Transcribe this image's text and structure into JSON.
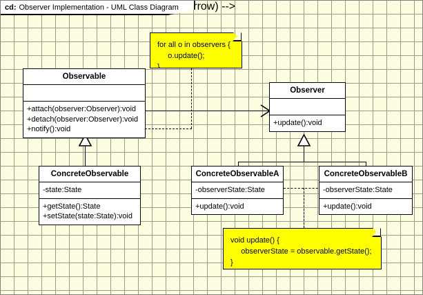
{
  "frame": {
    "keyword": "cd:",
    "title": "Observer Implementation - UML Class Diagram"
  },
  "classes": [
    {
      "id": "observable",
      "name": "Observable",
      "attributes": [],
      "operations": [
        "+attach(observer:Observer):void",
        "+detach(observer:Observer):void",
        "+notify():void"
      ]
    },
    {
      "id": "observer",
      "name": "Observer",
      "attributes": [],
      "operations": [
        "+update():void"
      ]
    },
    {
      "id": "concrete-observable",
      "name": "ConcreteObservable",
      "attributes": [
        "-state:State"
      ],
      "operations": [
        "+getState():State",
        "+setState(state:State):void"
      ]
    },
    {
      "id": "concrete-observable-a",
      "name": "ConcreteObservableA",
      "attributes": [
        "-observerState:State"
      ],
      "operations": [
        "+update():void"
      ]
    },
    {
      "id": "concrete-observable-b",
      "name": "ConcreteObservableB",
      "attributes": [
        "-observerState:State"
      ],
      "operations": [
        "+update():void"
      ]
    }
  ],
  "notes": [
    {
      "id": "note-notify",
      "lines": [
        "for all o in observers {",
        "     o.update();",
        "}"
      ]
    },
    {
      "id": "note-update",
      "lines": [
        "void update() {",
        "     observerState = observable.getState();",
        "}"
      ]
    }
  ],
  "colors": {
    "canvas_background": "#fdfddf",
    "grid_line": "#9a9a8c",
    "note_fill": "#ffff00",
    "class_fill": "#ffffff",
    "stroke": "#000000"
  }
}
